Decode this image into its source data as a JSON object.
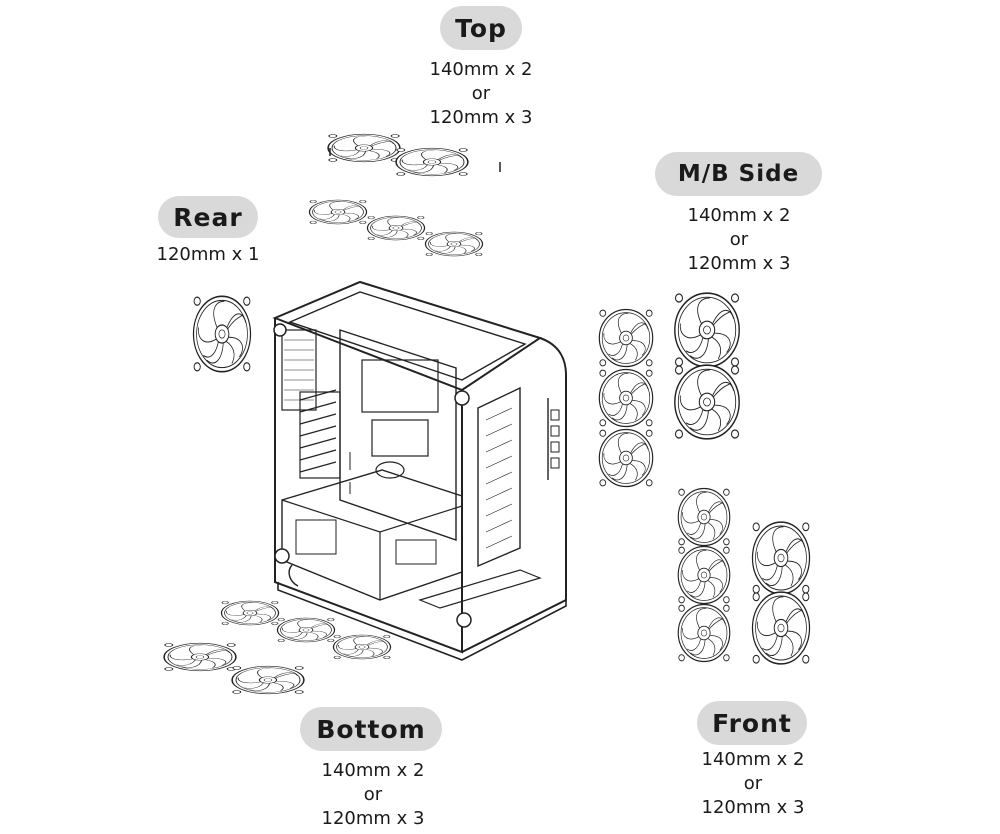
{
  "zones": {
    "top": {
      "title": "Top",
      "line1": "140mm x 2",
      "line2": "or",
      "line3": "120mm x 3"
    },
    "mbside": {
      "title": "M/B Side",
      "line1": "140mm x 2",
      "line2": "or",
      "line3": "120mm x 3"
    },
    "rear": {
      "title": "Rear",
      "line1": "120mm x 1"
    },
    "bottom": {
      "title": "Bottom",
      "line1": "140mm x 2",
      "line2": "or",
      "line3": "120mm x 3"
    },
    "front": {
      "title": "Front",
      "line1": "140mm x 2",
      "line2": "or",
      "line3": "120mm x 3"
    }
  },
  "colors": {
    "label_bg": "#d9d9d9",
    "ink": "#1a1a1a",
    "background": "#ffffff"
  }
}
